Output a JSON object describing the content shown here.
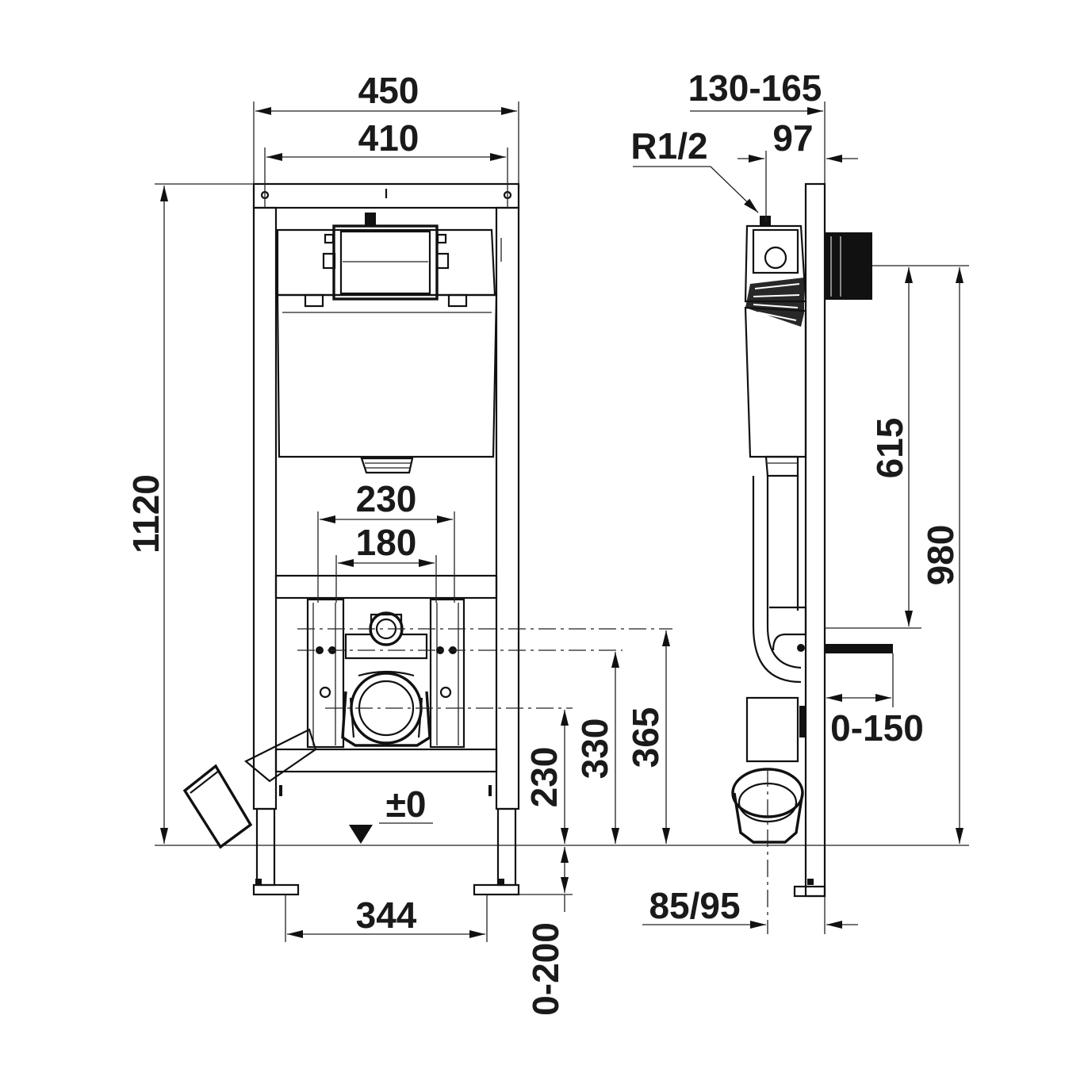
{
  "dimensions": {
    "front": {
      "overall_width": "450",
      "frame_width": "410",
      "height": "1120",
      "outlet_spacing": "230",
      "bolt_spacing": "180",
      "drain_height": "230",
      "bolt_height": "330",
      "supply_height": "365",
      "floor_level": "±0",
      "feet_spacing": "344",
      "feet_adjust": "0-200"
    },
    "side": {
      "depth_range": "130-165",
      "inlet_thread": "R1/2",
      "inlet_offset": "97",
      "button_height": "615",
      "top_height": "980",
      "bolt_projection": "0-150",
      "drain_offset": "85/95"
    }
  }
}
